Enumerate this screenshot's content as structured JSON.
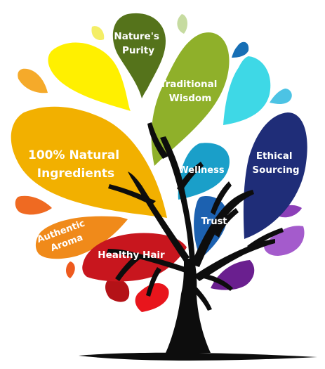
{
  "colors": {
    "background": "#ffffff",
    "trunk": "#0d0d0d",
    "label_text": "#ffffff",
    "petals": {
      "natures_purity": "#55731b",
      "traditional_wisdom": "#8fb02a",
      "natural_ingredients": "#f2b000",
      "wellness": "#1a9fc9",
      "ethical_sourcing": "#1f2d78",
      "trust": "#1c61b0",
      "authentic_aroma": "#f08a1a",
      "healthy_hair": "#c8161e",
      "cyan": "#3ed8e6",
      "yellow": "#fff000",
      "purple": "#a45bcc",
      "violet": "#6a1f8f"
    }
  },
  "labels": {
    "natures_purity": [
      "Nature's",
      "Purity"
    ],
    "traditional_wisdom": [
      "Traditional",
      "Wisdom"
    ],
    "natural_ingredients": [
      "100% Natural",
      "Ingredients"
    ],
    "wellness": [
      "Wellness"
    ],
    "ethical_sourcing": [
      "Ethical",
      "Sourcing"
    ],
    "trust": [
      "Trust"
    ],
    "authentic_aroma": [
      "Authentic",
      "Aroma"
    ],
    "healthy_hair": [
      "Healthy Hair"
    ]
  }
}
